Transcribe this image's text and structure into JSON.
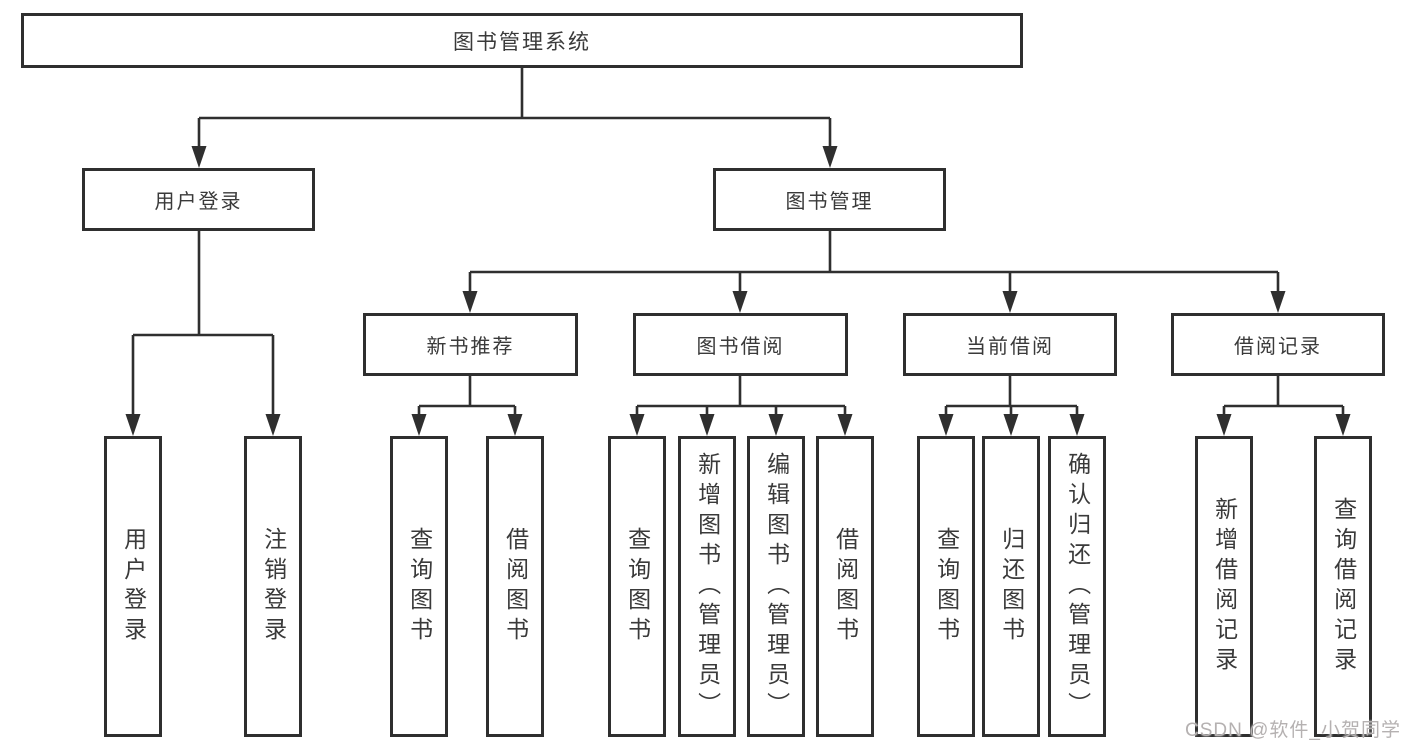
{
  "diagram": {
    "title": "图书管理系统",
    "branches": [
      {
        "label": "用户登录",
        "children": [
          "用户登录",
          "注销登录"
        ]
      },
      {
        "label": "图书管理",
        "children": [
          {
            "label": "新书推荐",
            "children": [
              "查询图书",
              "借阅图书"
            ]
          },
          {
            "label": "图书借阅",
            "children": [
              "查询图书",
              "新增图书（管理员）",
              "编辑图书（管理员）",
              "借阅图书"
            ]
          },
          {
            "label": "当前借阅",
            "children": [
              "查询图书",
              "归还图书",
              "确认归还（管理员）"
            ]
          },
          {
            "label": "借阅记录",
            "children": [
              "新增借阅记录",
              "查询借阅记录"
            ]
          }
        ]
      }
    ]
  },
  "watermark": {
    "text": "CSDN @软件_小贺同学"
  },
  "colors": {
    "line": "#2f2f2f",
    "text": "#3a3a3a",
    "bg": "#ffffff",
    "watermark": "#b5b1b1"
  }
}
